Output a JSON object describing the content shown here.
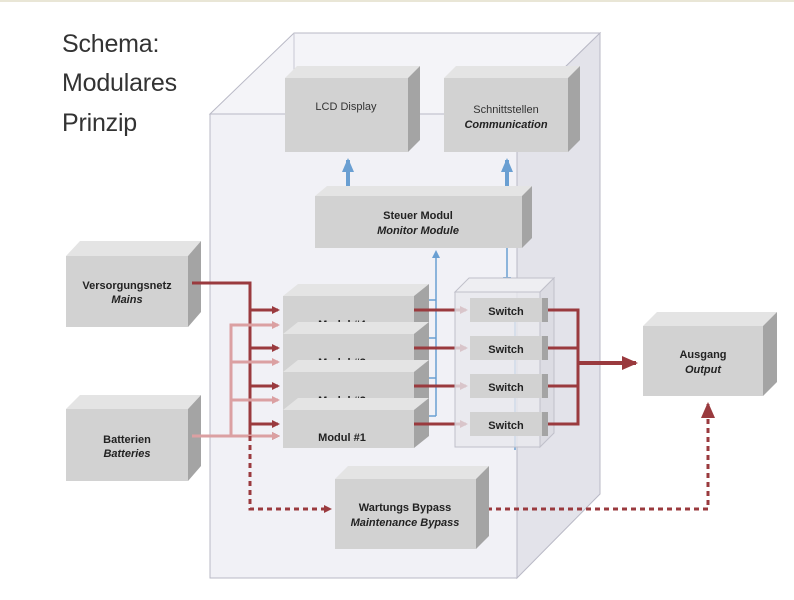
{
  "title": {
    "line1": "Schema:",
    "line2": "Modulares",
    "line3": "Prinzip"
  },
  "colors": {
    "power": "#9a3a3e",
    "power_light": "#dba0a2",
    "signal": "#6a9fd2",
    "box": "#d4d4d4",
    "cabinet": "#eeeef3"
  },
  "blocks": {
    "lcd": {
      "label": "LCD Display"
    },
    "interfaces": {
      "label": "Schnittstellen",
      "sublabel": "Communication"
    },
    "monitor": {
      "label": "Steuer Modul",
      "sublabel": "Monitor Module"
    },
    "mains": {
      "label": "Versorgungsnetz",
      "sublabel": "Mains"
    },
    "batteries": {
      "label": "Batterien",
      "sublabel": "Batteries"
    },
    "output": {
      "label": "Ausgang",
      "sublabel": "Output"
    },
    "bypass": {
      "label": "Wartungs Bypass",
      "sublabel": "Maintenance Bypass"
    }
  },
  "modules": [
    "Modul  #4",
    "Modul  #3",
    "Modul  #2",
    "Modul  #1"
  ],
  "switches": [
    "Switch",
    "Switch",
    "Switch",
    "Switch"
  ]
}
